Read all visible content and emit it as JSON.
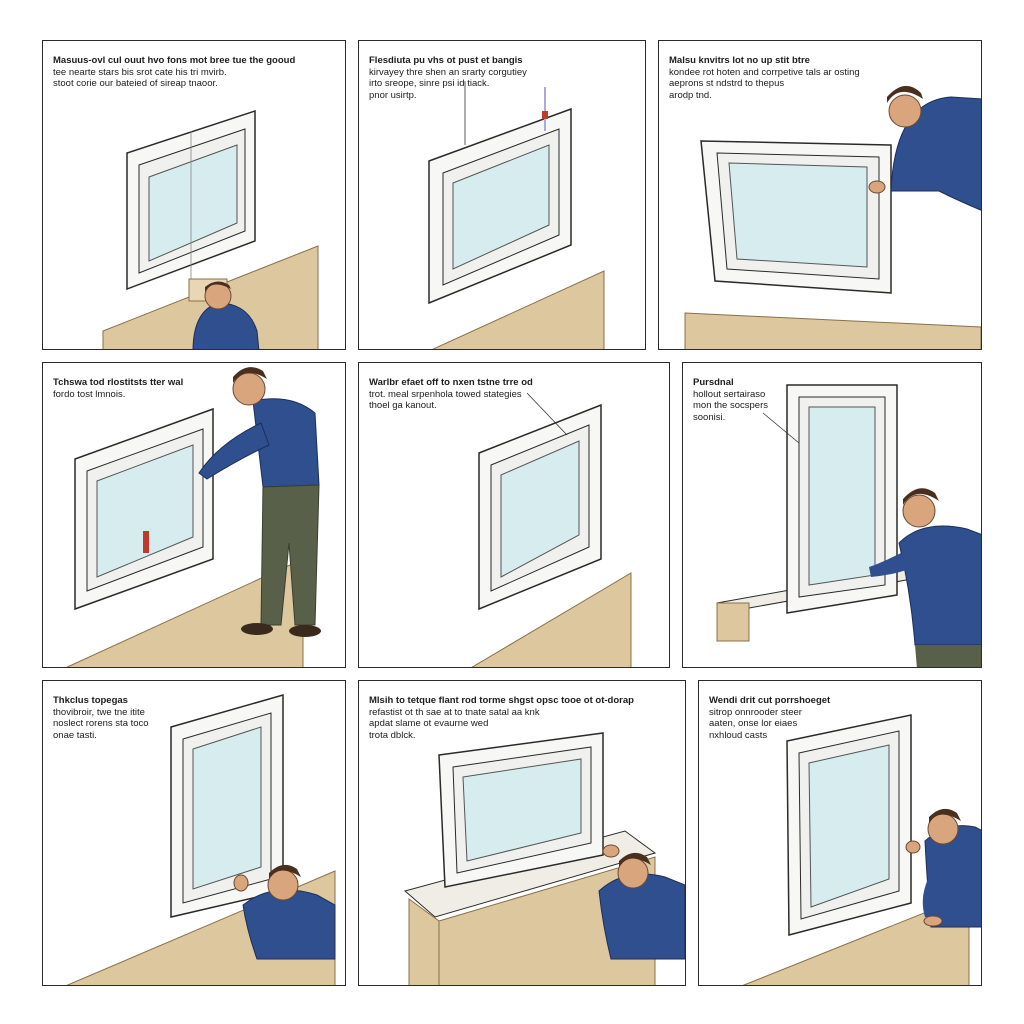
{
  "colors": {
    "frame": "#f7f7f5",
    "frame_stroke": "#2a2a2a",
    "glass": "#d6ecef",
    "glass_light": "#eef8f9",
    "wood": "#dcc79e",
    "wood_dark": "#c9ae7f",
    "shirt": "#2f4f8f",
    "pants": "#59604a",
    "skin": "#d9a57d",
    "hair": "#4a2e1e",
    "marker": "#c0392b"
  },
  "panels": [
    {
      "lines": [
        "Masuus-ovl cul ouut hvo fons mot bree tue the gooud",
        "tee nearte stars bis srot cate his tri mvirb.",
        "stoot corie our bateied of sireap tnaoor."
      ]
    },
    {
      "lines": [
        "Flesdiuta pu vhs ot pust et bangis",
        "kirvayey thre shen an srarty corgutiey",
        "irto sreope, sinre psi id tiack.",
        "pnor usirtp."
      ]
    },
    {
      "lines": [
        "Malsu knvitrs lot no up stit btre",
        "kondee rot hoten and corrpetive tals ar osting",
        "aeprons st ndstrd to thepus",
        "arodp tnd."
      ]
    },
    {
      "lines": [
        "Tchswa tod rlostitsts tter wal",
        "fordo tost lmnois."
      ]
    },
    {
      "lines": [
        "Warlbr efaet off to nxen tstne trre od",
        "trot. meal srpenhola towed stategies",
        "thoel ga kanout."
      ]
    },
    {
      "lines": [
        "Pursdnal",
        "hollout sertairaso",
        "mon the socspers",
        "soonisi."
      ]
    },
    {
      "lines": [
        "Thkclus topegas",
        "thovibroir, twe tne itite",
        "noslect rorens sta toco",
        "onae tasti."
      ]
    },
    {
      "lines": [
        "Mlsih to tetque flant rod torme shgst opsc tooe ot ot-dorap",
        "refastist ot th sae at to tnate satal aa knk",
        "apdat slame ot evaurne wed",
        "trota dblck."
      ]
    },
    {
      "lines": [
        "Wendi drit cut porrshoeget",
        "sitrop onnrooder steer",
        "aaten, onse lor eiaes",
        "nxhloud casts"
      ]
    }
  ]
}
